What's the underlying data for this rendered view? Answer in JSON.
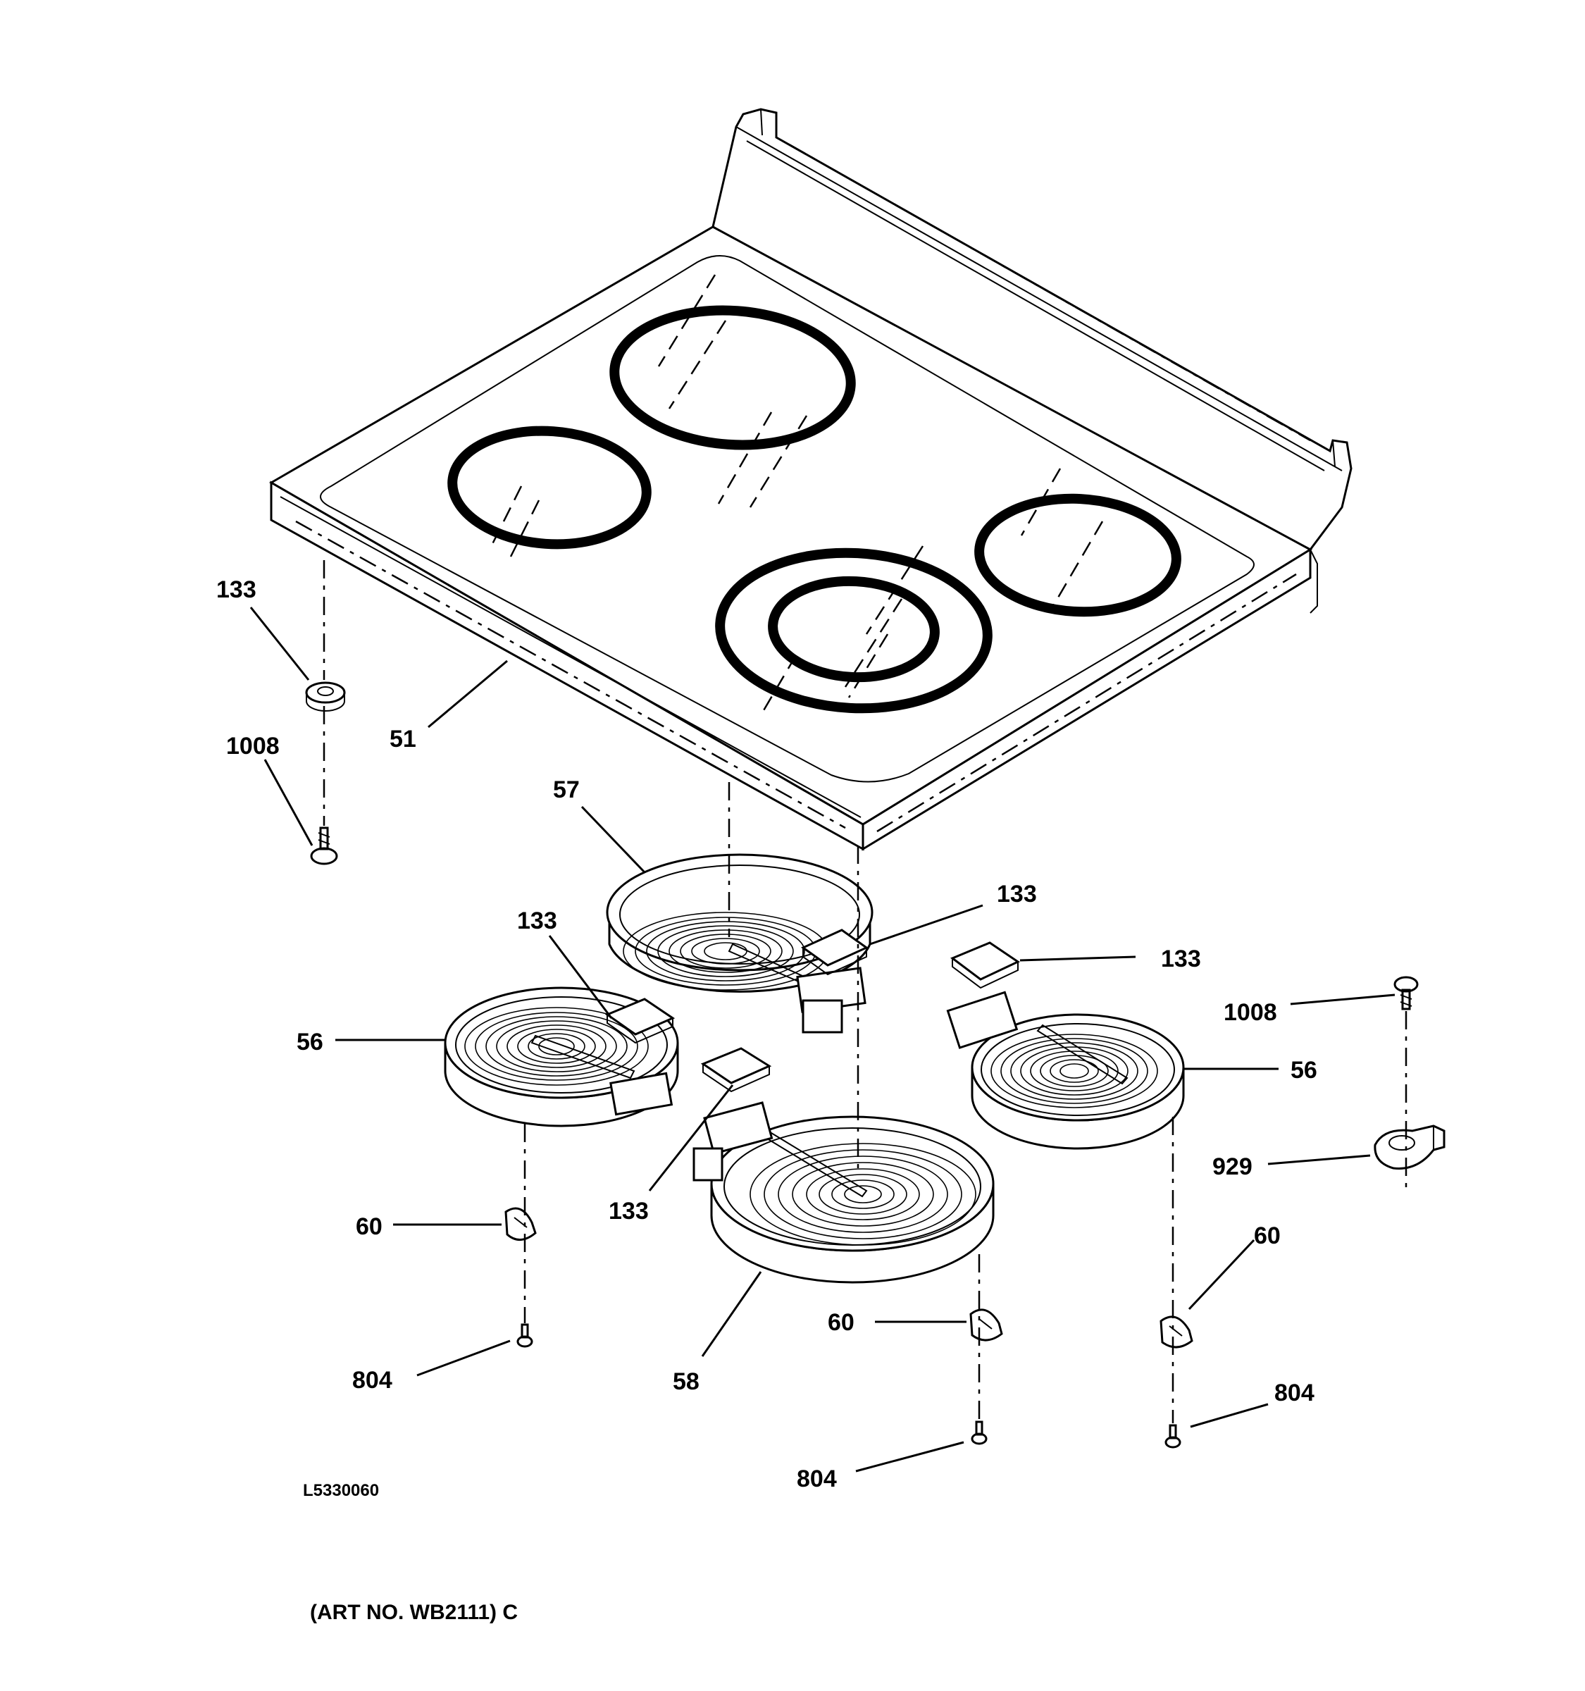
{
  "diagram": {
    "labels": {
      "cooktop_51": "51",
      "element_56_left": "56",
      "element_56_right": "56",
      "element_57": "57",
      "element_58": "58",
      "clip_60_left": "60",
      "clip_60_center": "60",
      "clip_60_right": "60",
      "insulator_133_top_left": "133",
      "insulator_133_mid_left": "133",
      "insulator_133_upper_center": "133",
      "insulator_133_right": "133",
      "insulator_133_bottom_center": "133",
      "screw_804_left": "804",
      "screw_804_center": "804",
      "screw_804_right": "804",
      "screw_1008_left": "1008",
      "screw_1008_right": "1008",
      "bracket_929": "929"
    },
    "drawing_code": "L5330060",
    "art_number": "(ART NO. WB2111) C"
  }
}
